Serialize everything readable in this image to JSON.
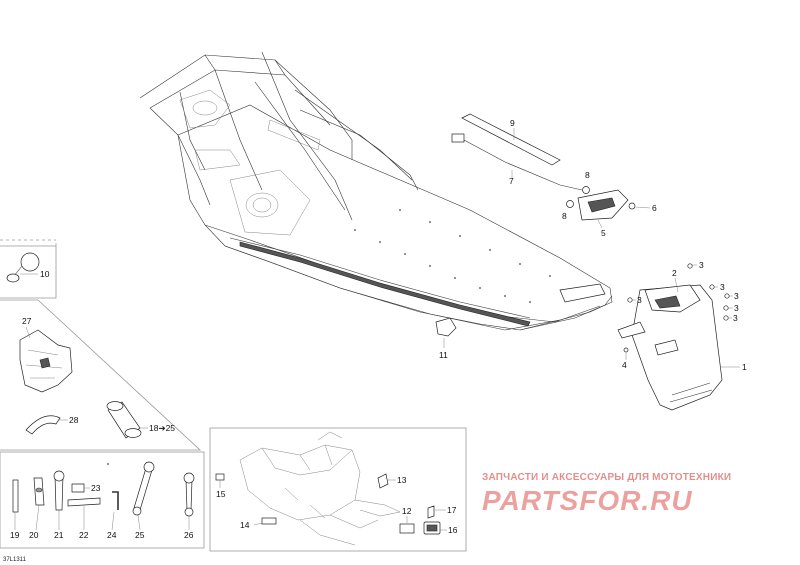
{
  "callouts": {
    "c1": "1",
    "c2": "2",
    "c3a": "3",
    "c3b": "3",
    "c3c": "3",
    "c3d": "3",
    "c3e": "3",
    "c3f": "3",
    "c4": "4",
    "c5": "5",
    "c6": "6",
    "c7": "7",
    "c8a": "8",
    "c8b": "8",
    "c9": "9",
    "c10": "10",
    "c11": "11",
    "c12": "12",
    "c13": "13",
    "c14": "14",
    "c15": "15",
    "c16": "16",
    "c17": "17",
    "c18": "18➔25",
    "c19": "19",
    "c20": "20",
    "c21": "21",
    "c22": "22",
    "c23": "23",
    "c24": "24",
    "c25": "25",
    "c26": "26",
    "c27": "27",
    "c28": "28"
  },
  "diagram_code": "37L1311",
  "watermark": {
    "tagline": "ЗАПЧАСТИ И АКСЕССУАРЫ ДЛЯ МОТОТЕХНИКИ",
    "brand": "PARTSFOR.RU"
  }
}
